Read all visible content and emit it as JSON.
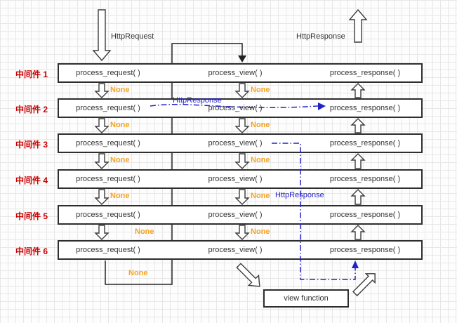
{
  "top": {
    "request_label": "HttpRequest",
    "response_label": "HttpResponse"
  },
  "middleware": [
    "中间件 1",
    "中间件 2",
    "中间件 3",
    "中间件 4",
    "中间件 5",
    "中间件 6"
  ],
  "functions": {
    "request": "process_request( )",
    "view": "process_view( )",
    "response": "process_response( )"
  },
  "labels": {
    "none": "None",
    "http_response": "HttpResponse"
  },
  "view_function": {
    "label": "view function"
  },
  "colors": {
    "middleware_label": "#cc0000",
    "none": "#f5a321",
    "http_response_path": "#2222cc",
    "line": "#222222",
    "row_border": "#2e2e2e",
    "grid": "#e7e7e7"
  }
}
